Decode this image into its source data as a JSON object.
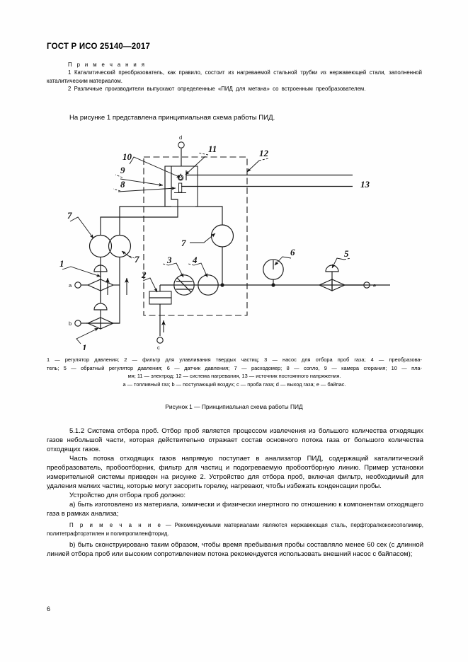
{
  "document": {
    "standard_header": "ГОСТ Р ИСО 25140—2017",
    "page_number": "6"
  },
  "notes": {
    "title": "П р и м е ч а н и я",
    "items": [
      "1  Каталитический преобразователь, как правило, состоит из нагреваемой стальной трубки из нержавеющей стали, заполненной каталитическим материалом.",
      "2  Различные производители выпускают определенные «ПИД для метана» со встроенным преобразователем."
    ]
  },
  "intro_paragraph": "На рисунке 1 представлена принципиальная схема работы ПИД.",
  "figure": {
    "caption_lines": [
      "1 — регулятор давления; 2 — фильтр для улавливания твердых частиц; 3 — насос для отбора проб газа; 4 — преобразова-",
      "тель; 5 — обратный регулятор давления; 6 — датчик давления; 7 — расходомер; 8 — сопло, 9 — камера сгорания; 10 — пла-",
      "мя; 11 — электрод; 12 — система нагревания, 13 — источник постоянного напряжения.",
      "a — топливный газ; b — поступающий воздух; c — проба газа; d — выход газа; e — байпас."
    ],
    "title": "Рисунок 1 — Принципиальная схема работы ПИД",
    "callouts": {
      "n1a": "1",
      "n1b": "1",
      "n2": "2",
      "n3": "3",
      "n4": "4",
      "n5": "5",
      "n6": "6",
      "n7a": "7",
      "n7b": "7",
      "n7c": "7",
      "n8": "8",
      "n9": "9",
      "n10": "10",
      "n11": "11",
      "n12": "12",
      "n13": "13"
    },
    "ports": {
      "a": "a",
      "b": "b",
      "c": "c",
      "d": "d",
      "e": "e"
    }
  },
  "body": {
    "section_number": "5.1.2",
    "paragraphs": [
      "5.1.2  Система отбора проб. Отбор проб является процессом извлечения из большого количества отходящих газов небольшой части, которая действительно отражает состав основного потока газа от большого количества отходящих газов.",
      "Часть потока отходящих газов напрямую поступает в анализатор ПИД, содержащий каталитический преобразователь, пробоотборник, фильтр для частиц и подогреваемую пробоотборную линию. Пример установки измерительной системы приведен на рисунке 2. Устройство для отбора проб, включая фильтр, необходимый для удаления мелких частиц, которые могут засорить горелку, нагревают, чтобы избежать конденсации пробы.",
      "Устройство для отбора проб должно:",
      "a)  быть изготовлено из материала, химически и физически инертного по отношению к компонентам отходящего газа в рамках анализа;"
    ],
    "note": {
      "label": "П р и м е ч а н и е",
      "text": " — Рекомендуемыми материалами являются нержавеющая сталь, перфторалкоксисополимер, политетрафторэтилен и полипропиленфторид."
    },
    "paragraph_b": "b)  быть сконструировано таким образом, чтобы время пребывания пробы составляло менее 60 сек (с длинной линией отбора проб или высоким сопротивлением потока рекомендуется использовать внешний насос с байпасом);"
  },
  "colors": {
    "ink": "#000000",
    "line": "#1a1a1a",
    "paper": "#fefefe"
  }
}
